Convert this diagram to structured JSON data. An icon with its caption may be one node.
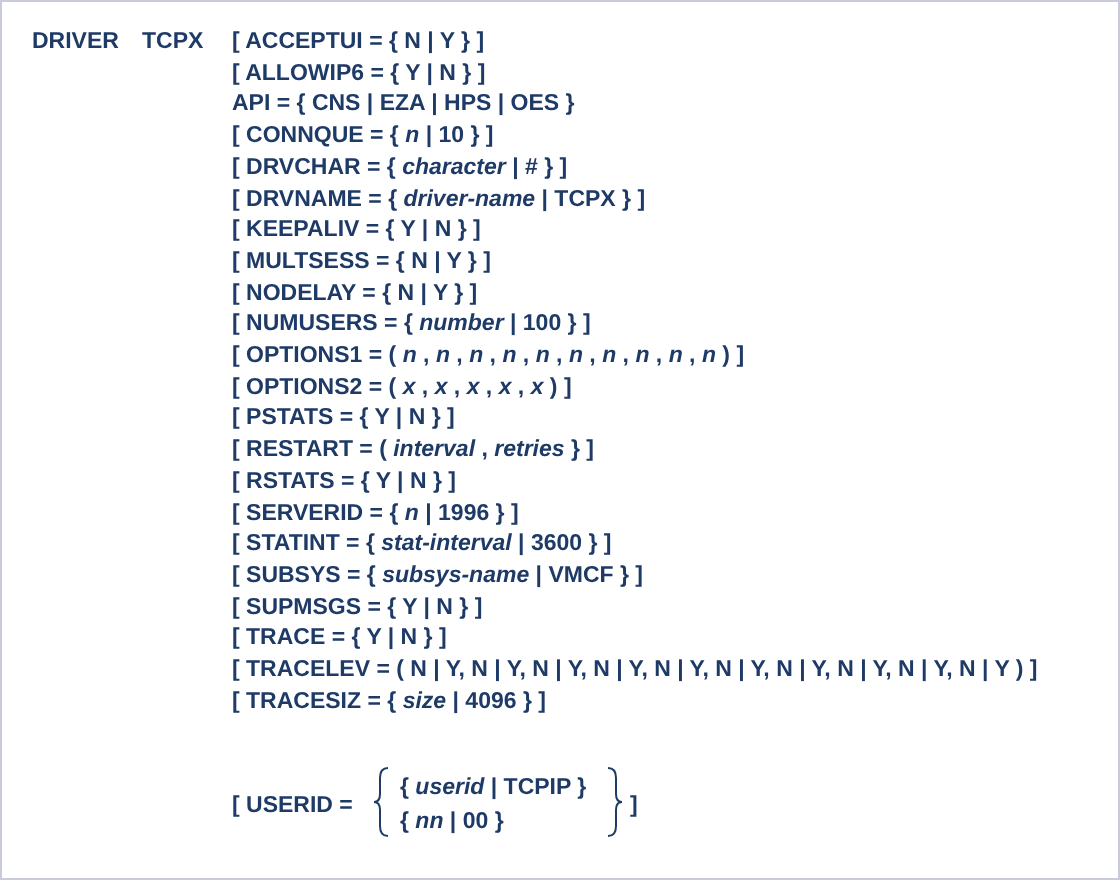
{
  "diagram": {
    "labels": [
      "DRIVER",
      "TCPX",
      "[ ACCEPTUI = { N | Y } ]",
      "[ ALLOWIP6 = { Y | N } ]",
      "API = { CNS | EZA | HPS | OES }",
      "[ CONNQUE = { *n* | 10 } ]",
      "[ DRVCHAR = { *character* | # } ]",
      "[ DRVNAME = { *driver-name* | TCPX } ]",
      "[ KEEPALIV = { Y | N } ]",
      "[ MULTSESS = { N | Y } ]",
      "[ NODELAY = { N | Y } ]",
      "[ NUMUSERS = { *number* | 100 } ]",
      "[ OPTIONS1 = ( *n* , *n* , *n* , *n* , *n* , *n* , *n* , *n* , *n* , *n* ) ]",
      "[ OPTIONS2 = ( *x* , *x* , *x* , *x* , *x* ) ]",
      "[ PSTATS = { Y | N } ]",
      "[ RESTART = ( *interval* , *retries* } ]",
      "[ RSTATS = { Y | N } ]",
      "[ SERVERID = { *n* | 1996 } ]",
      "[ STATINT = { *stat-interval* | 3600 } ]",
      "[ SUBSYS = { *subsys-name* | VMCF } ]",
      "[ SUPMSGS = { Y | N } ]",
      "[ TRACE = { Y | N } ]",
      "[ TRACELEV = ( N | Y, N | Y, N | Y, N | Y, N | Y, N | Y, N | Y, N | Y, N | Y, N | Y ) ]",
      "[ TRACESIZ = { *size* | 4096 } ]",
      "[ USERID =",
      "{ *userid* | TCPIP }",
      "{ *nn* | 00 }",
      "]"
    ]
  }
}
